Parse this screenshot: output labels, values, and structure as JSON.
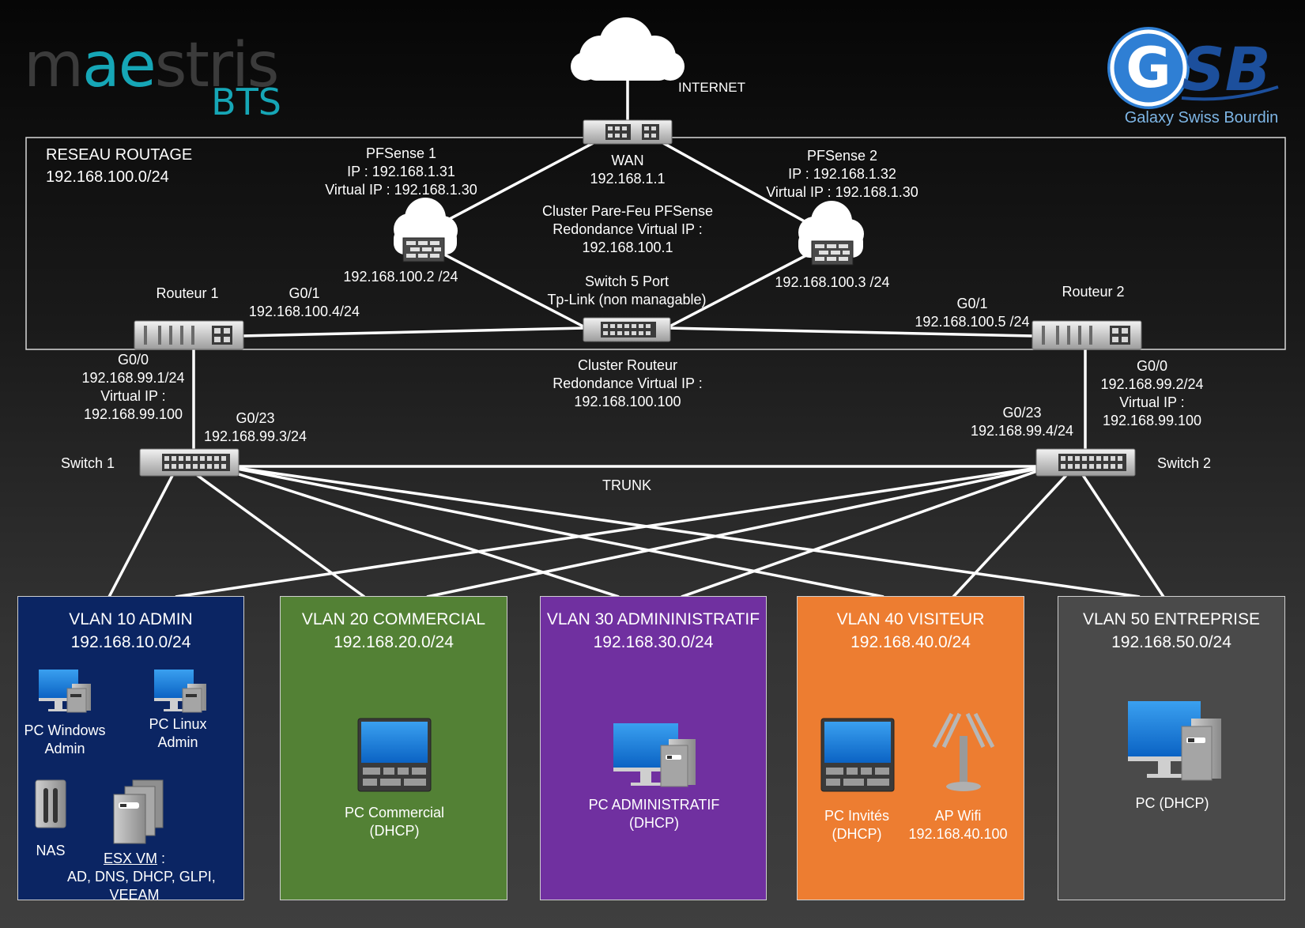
{
  "logos": {
    "maestris": {
      "word_pre": "m",
      "word_ae": "ae",
      "word_post": "stris",
      "sub": "BTS"
    },
    "gsb": {
      "letters": "GSB",
      "tagline": "Galaxy Swiss Bourdin"
    }
  },
  "internet": {
    "label": "INTERNET"
  },
  "wan": {
    "name": "WAN",
    "ip": "192.168.1.1"
  },
  "routing_network": {
    "title": "RESEAU ROUTAGE",
    "subnet": "192.168.100.0/24"
  },
  "pfsense1": {
    "name": "PFSense 1",
    "ip": "IP : 192.168.1.31",
    "virtual_ip": "Virtual IP : 192.168.1.30",
    "lan_ip": "192.168.100.2 /24"
  },
  "pfsense2": {
    "name": "PFSense 2",
    "ip": "IP : 192.168.1.32",
    "virtual_ip": "Virtual IP : 192.168.1.30",
    "lan_ip": "192.168.100.3 /24"
  },
  "firewall_cluster": {
    "line1": "Cluster Pare-Feu PFSense",
    "line2": "Redondance Virtual IP :",
    "line3": "192.168.100.1"
  },
  "switch5": {
    "line1": "Switch 5 Port",
    "line2": "Tp-Link (non managable)"
  },
  "router1": {
    "name": "Routeur 1",
    "g01": "G0/1",
    "g01_ip": "192.168.100.4/24",
    "g00": "G0/0",
    "g00_ip": "192.168.99.1/24",
    "vip_label": "Virtual IP :",
    "vip": "192.168.99.100"
  },
  "router2": {
    "name": "Routeur 2",
    "g01": "G0/1",
    "g01_ip": "192.168.100.5 /24",
    "g00": "G0/0",
    "g00_ip": "192.168.99.2/24",
    "vip_label": "Virtual IP :",
    "vip": "192.168.99.100"
  },
  "router_cluster": {
    "line1": "Cluster Routeur",
    "line2": "Redondance Virtual IP :",
    "line3": "192.168.100.100"
  },
  "switch1": {
    "name": "Switch 1",
    "port": "G0/23",
    "ip": "192.168.99.3/24"
  },
  "switch2": {
    "name": "Switch 2",
    "port": "G0/23",
    "ip": "192.168.99.4/24"
  },
  "trunk": {
    "label": "TRUNK"
  },
  "vlans": [
    {
      "title": "VLAN 10 ADMIN",
      "subnet": "192.168.10.0/24",
      "color": "#0b2563",
      "pc_windows": [
        "PC Windows",
        "Admin"
      ],
      "pc_linux": [
        "PC Linux",
        "Admin"
      ],
      "nas": "NAS",
      "esx_label": "ESX VM",
      "esx_colon": " :",
      "esx_services": [
        "AD, DNS, DHCP, GLPI,",
        "VEEAM"
      ]
    },
    {
      "title": "VLAN 20 COMMERCIAL",
      "subnet": "192.168.20.0/24",
      "color": "#538135",
      "device": [
        "PC Commercial",
        "(DHCP)"
      ]
    },
    {
      "title": "VLAN 30 ADMININISTRATIF",
      "subnet": "192.168.30.0/24",
      "color": "#7030a0",
      "device": [
        "PC ADMINISTRATIF",
        "(DHCP)"
      ]
    },
    {
      "title": "VLAN 40 VISITEUR",
      "subnet": "192.168.40.0/24",
      "color": "#ed7d31",
      "device": [
        "PC Invités",
        "(DHCP)"
      ],
      "ap": [
        "AP Wifi",
        "192.168.40.100"
      ]
    },
    {
      "title": "VLAN 50 ENTREPRISE",
      "subnet": "192.168.50.0/24",
      "color": "#4a4a4a",
      "device": [
        "PC (DHCP)"
      ]
    }
  ]
}
